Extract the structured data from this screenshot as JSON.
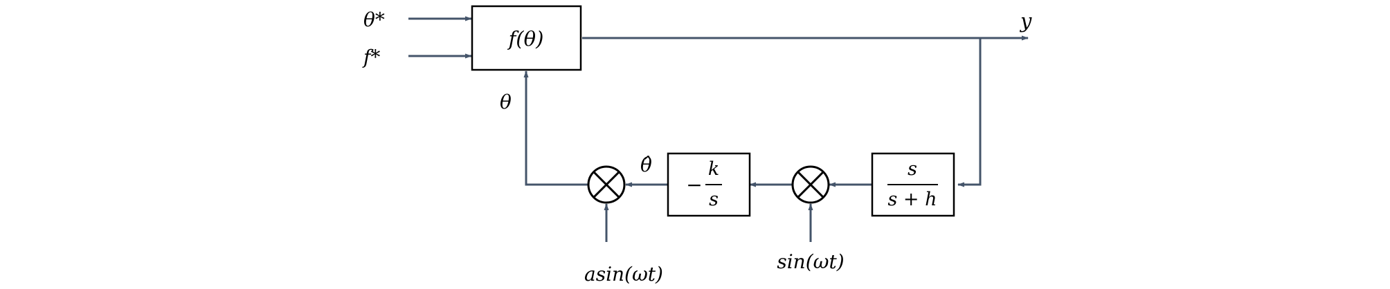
{
  "diagram": {
    "inputs": {
      "theta_star": "θ*",
      "f_star": "f*"
    },
    "plant_block": {
      "label": "f(θ)"
    },
    "output_label": "y",
    "feedback_label": "θ",
    "estimate_label": "θ̂",
    "highpass_block": {
      "numerator": "s",
      "denominator": "s + h"
    },
    "integrator_block": {
      "sign": "−",
      "numerator": "k",
      "denominator": "s"
    },
    "demod_signal": "sin(ωt)",
    "dither_signal": "asin(ωt)"
  },
  "colors": {
    "wire": "#44546a",
    "block_border": "#000000",
    "text": "#000000"
  }
}
